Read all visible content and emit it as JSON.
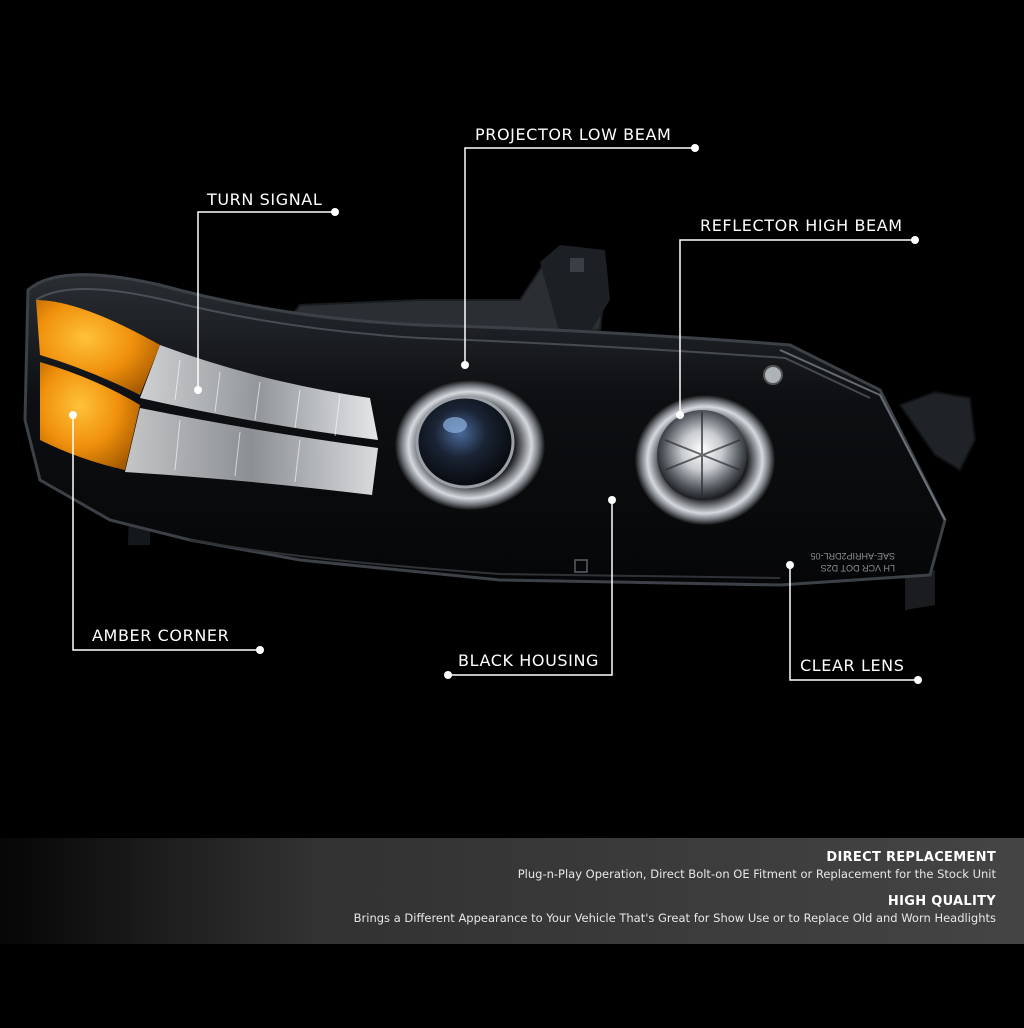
{
  "callouts": {
    "projector_low_beam": "PROJECTOR LOW BEAM",
    "turn_signal": "TURN SIGNAL",
    "reflector_high_beam": "REFLECTOR HIGH BEAM",
    "amber_corner": "AMBER CORNER",
    "black_housing": "BLACK HOUSING",
    "clear_lens": "CLEAR LENS"
  },
  "features": [
    {
      "title": "DIRECT REPLACEMENT",
      "description": "Plug-n-Play Operation, Direct Bolt-on OE Fitment or Replacement for the Stock Unit"
    },
    {
      "title": "HIGH QUALITY",
      "description": "Brings a Different Appearance to Your Vehicle That's Great for Show Use or to Replace Old and Worn Headlights"
    }
  ],
  "lens_markings": [
    "LH VCR DOT D2S",
    "SAE-AHRIP2DRL-05"
  ],
  "colors": {
    "background": "#000000",
    "amber": "#f0900c",
    "housing": "#0d0f12",
    "chrome": "#c8ccd0",
    "callout_line": "#ffffff"
  }
}
